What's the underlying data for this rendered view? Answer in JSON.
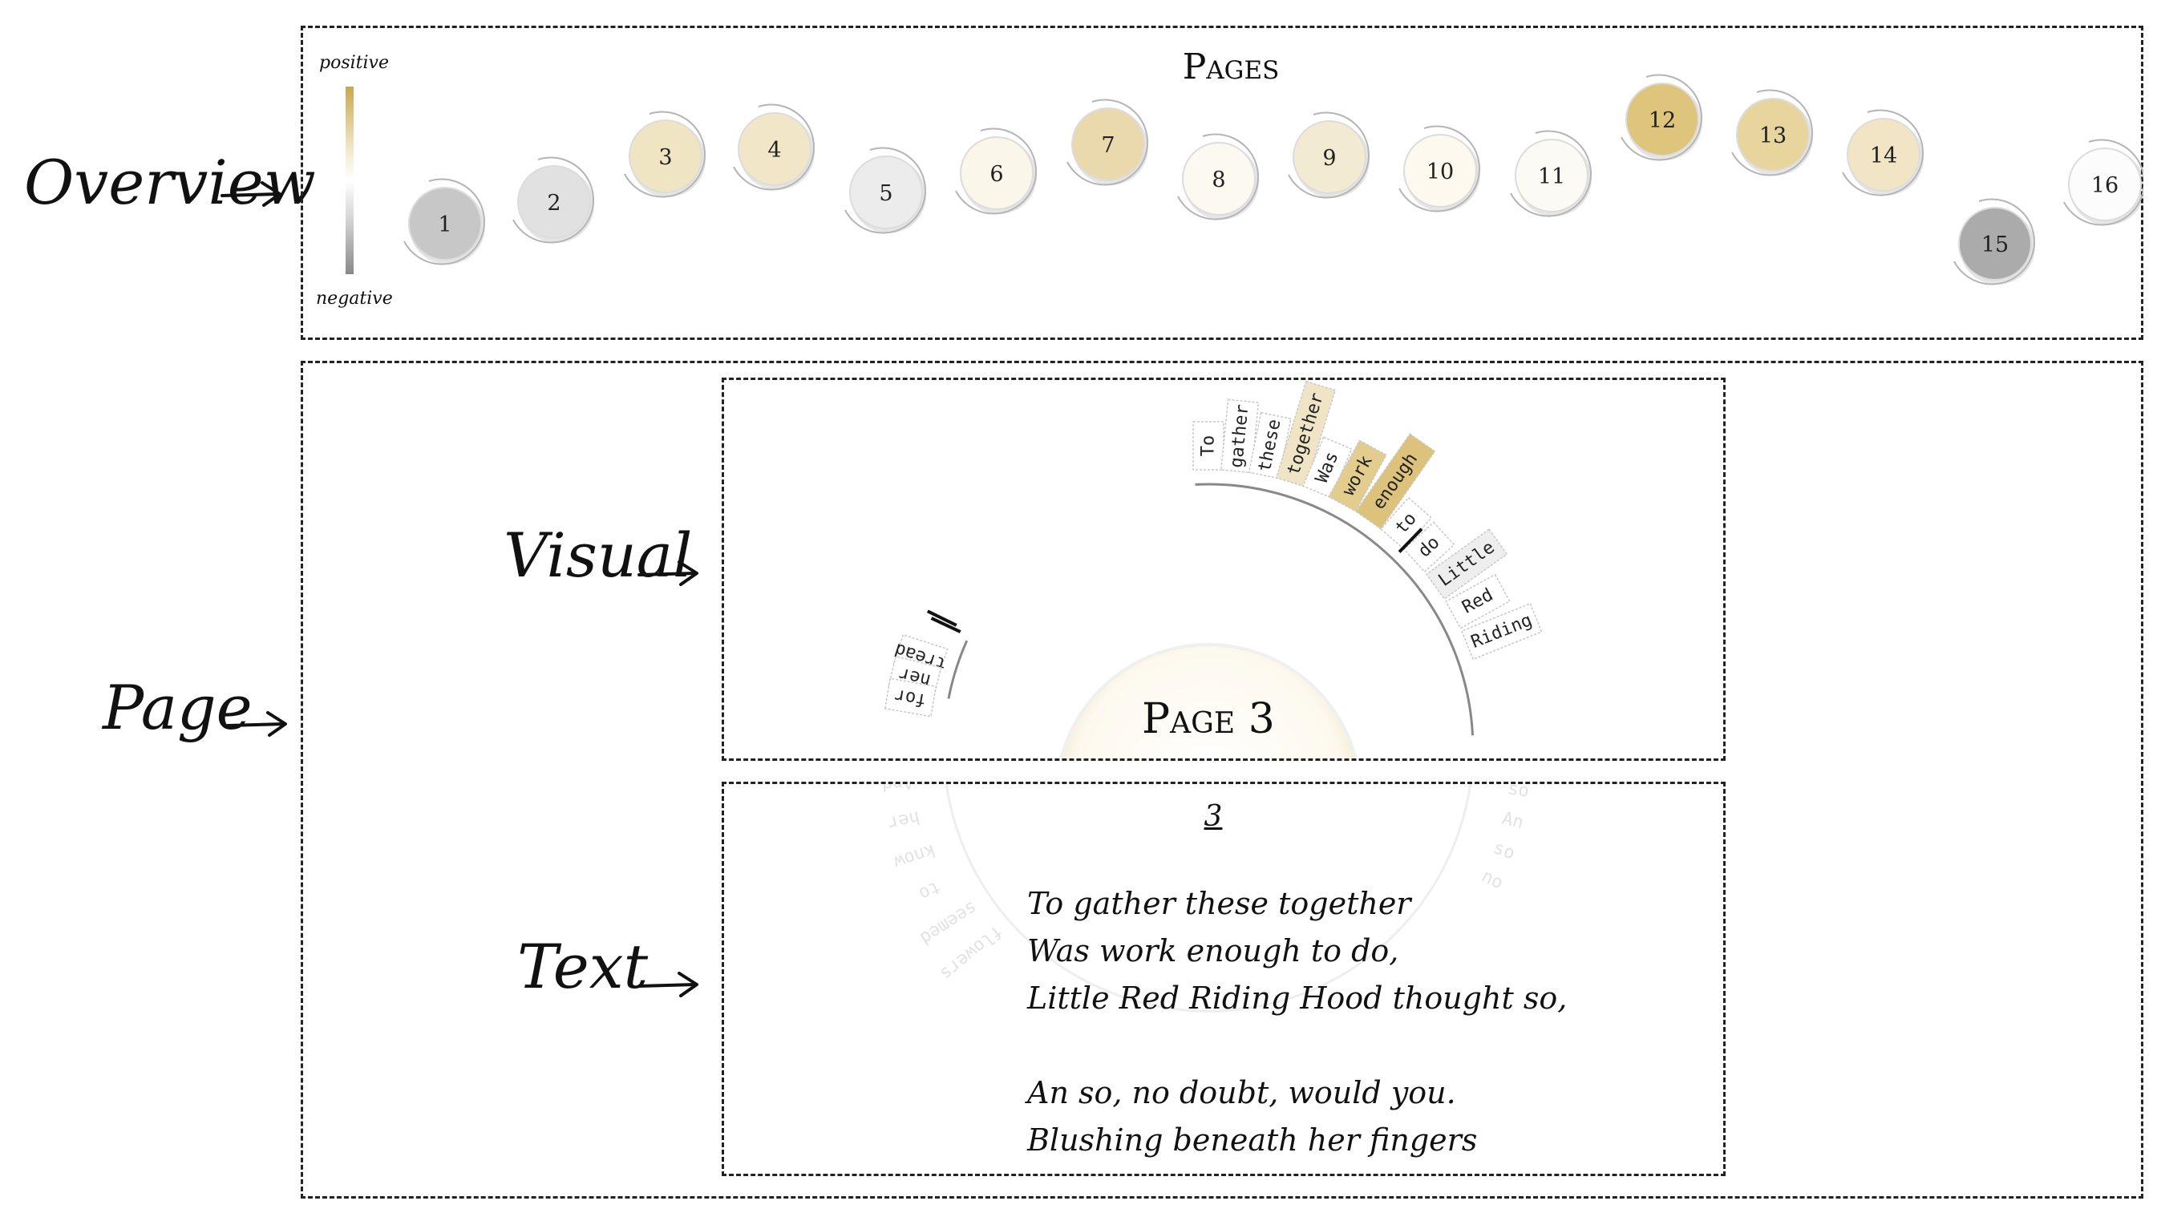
{
  "labels": {
    "overview": "Overview",
    "page": "Page",
    "visual": "Visual",
    "text": "Text"
  },
  "overview": {
    "title": "Pages",
    "legend_top": "positive",
    "legend_bottom": "negative",
    "colors": {
      "positive": "#c8a84e",
      "neutral": "#ffffff",
      "negative": "#888888"
    },
    "pages": [
      {
        "label": "1",
        "fill": "#c7c7c7"
      },
      {
        "label": "2",
        "fill": "#e1e1e1"
      },
      {
        "label": "3",
        "fill": "#f0e5c2"
      },
      {
        "label": "4",
        "fill": "#f1e7c8"
      },
      {
        "label": "5",
        "fill": "#ececec"
      },
      {
        "label": "6",
        "fill": "#fbf6ea"
      },
      {
        "label": "7",
        "fill": "#ead9ad"
      },
      {
        "label": "8",
        "fill": "#fcf9f1"
      },
      {
        "label": "9",
        "fill": "#f3ead2"
      },
      {
        "label": "10",
        "fill": "#fdf9ee"
      },
      {
        "label": "11",
        "fill": "#fcfaf4"
      },
      {
        "label": "12",
        "fill": "#dfc47c"
      },
      {
        "label": "13",
        "fill": "#e8d49d"
      },
      {
        "label": "14",
        "fill": "#f1e5c6"
      },
      {
        "label": "15",
        "fill": "#ababab"
      },
      {
        "label": "16",
        "fill": "#fcfcfc"
      }
    ]
  },
  "visual": {
    "page_title": "Page 3",
    "words": [
      {
        "text": "tread",
        "fill": "#ffffff"
      },
      {
        "text": "her",
        "fill": "#ffffff"
      },
      {
        "text": "for",
        "fill": "#ffffff"
      },
      {
        "text": "To",
        "fill": "#ffffff"
      },
      {
        "text": "gather",
        "fill": "#ffffff"
      },
      {
        "text": "these",
        "fill": "#ffffff"
      },
      {
        "text": "together",
        "fill": "#efe4c5"
      },
      {
        "text": "Was",
        "fill": "#ffffff"
      },
      {
        "text": "work",
        "fill": "#e2cd8e"
      },
      {
        "text": "enough",
        "fill": "#dcc27a"
      },
      {
        "text": "to",
        "fill": "#ffffff"
      },
      {
        "text": "do",
        "fill": "#ffffff"
      },
      {
        "text": "Little",
        "fill": "#eeeeee"
      },
      {
        "text": "Red",
        "fill": "#ffffff"
      },
      {
        "text": "Riding",
        "fill": "#ffffff"
      }
    ]
  },
  "text": {
    "page_number": "3",
    "lines": [
      "To gather these together",
      "Was work enough to do,",
      "Little Red Riding Hood thought so,",
      "",
      "An so, no doubt, would you.",
      "Blushing beneath her fingers"
    ]
  }
}
